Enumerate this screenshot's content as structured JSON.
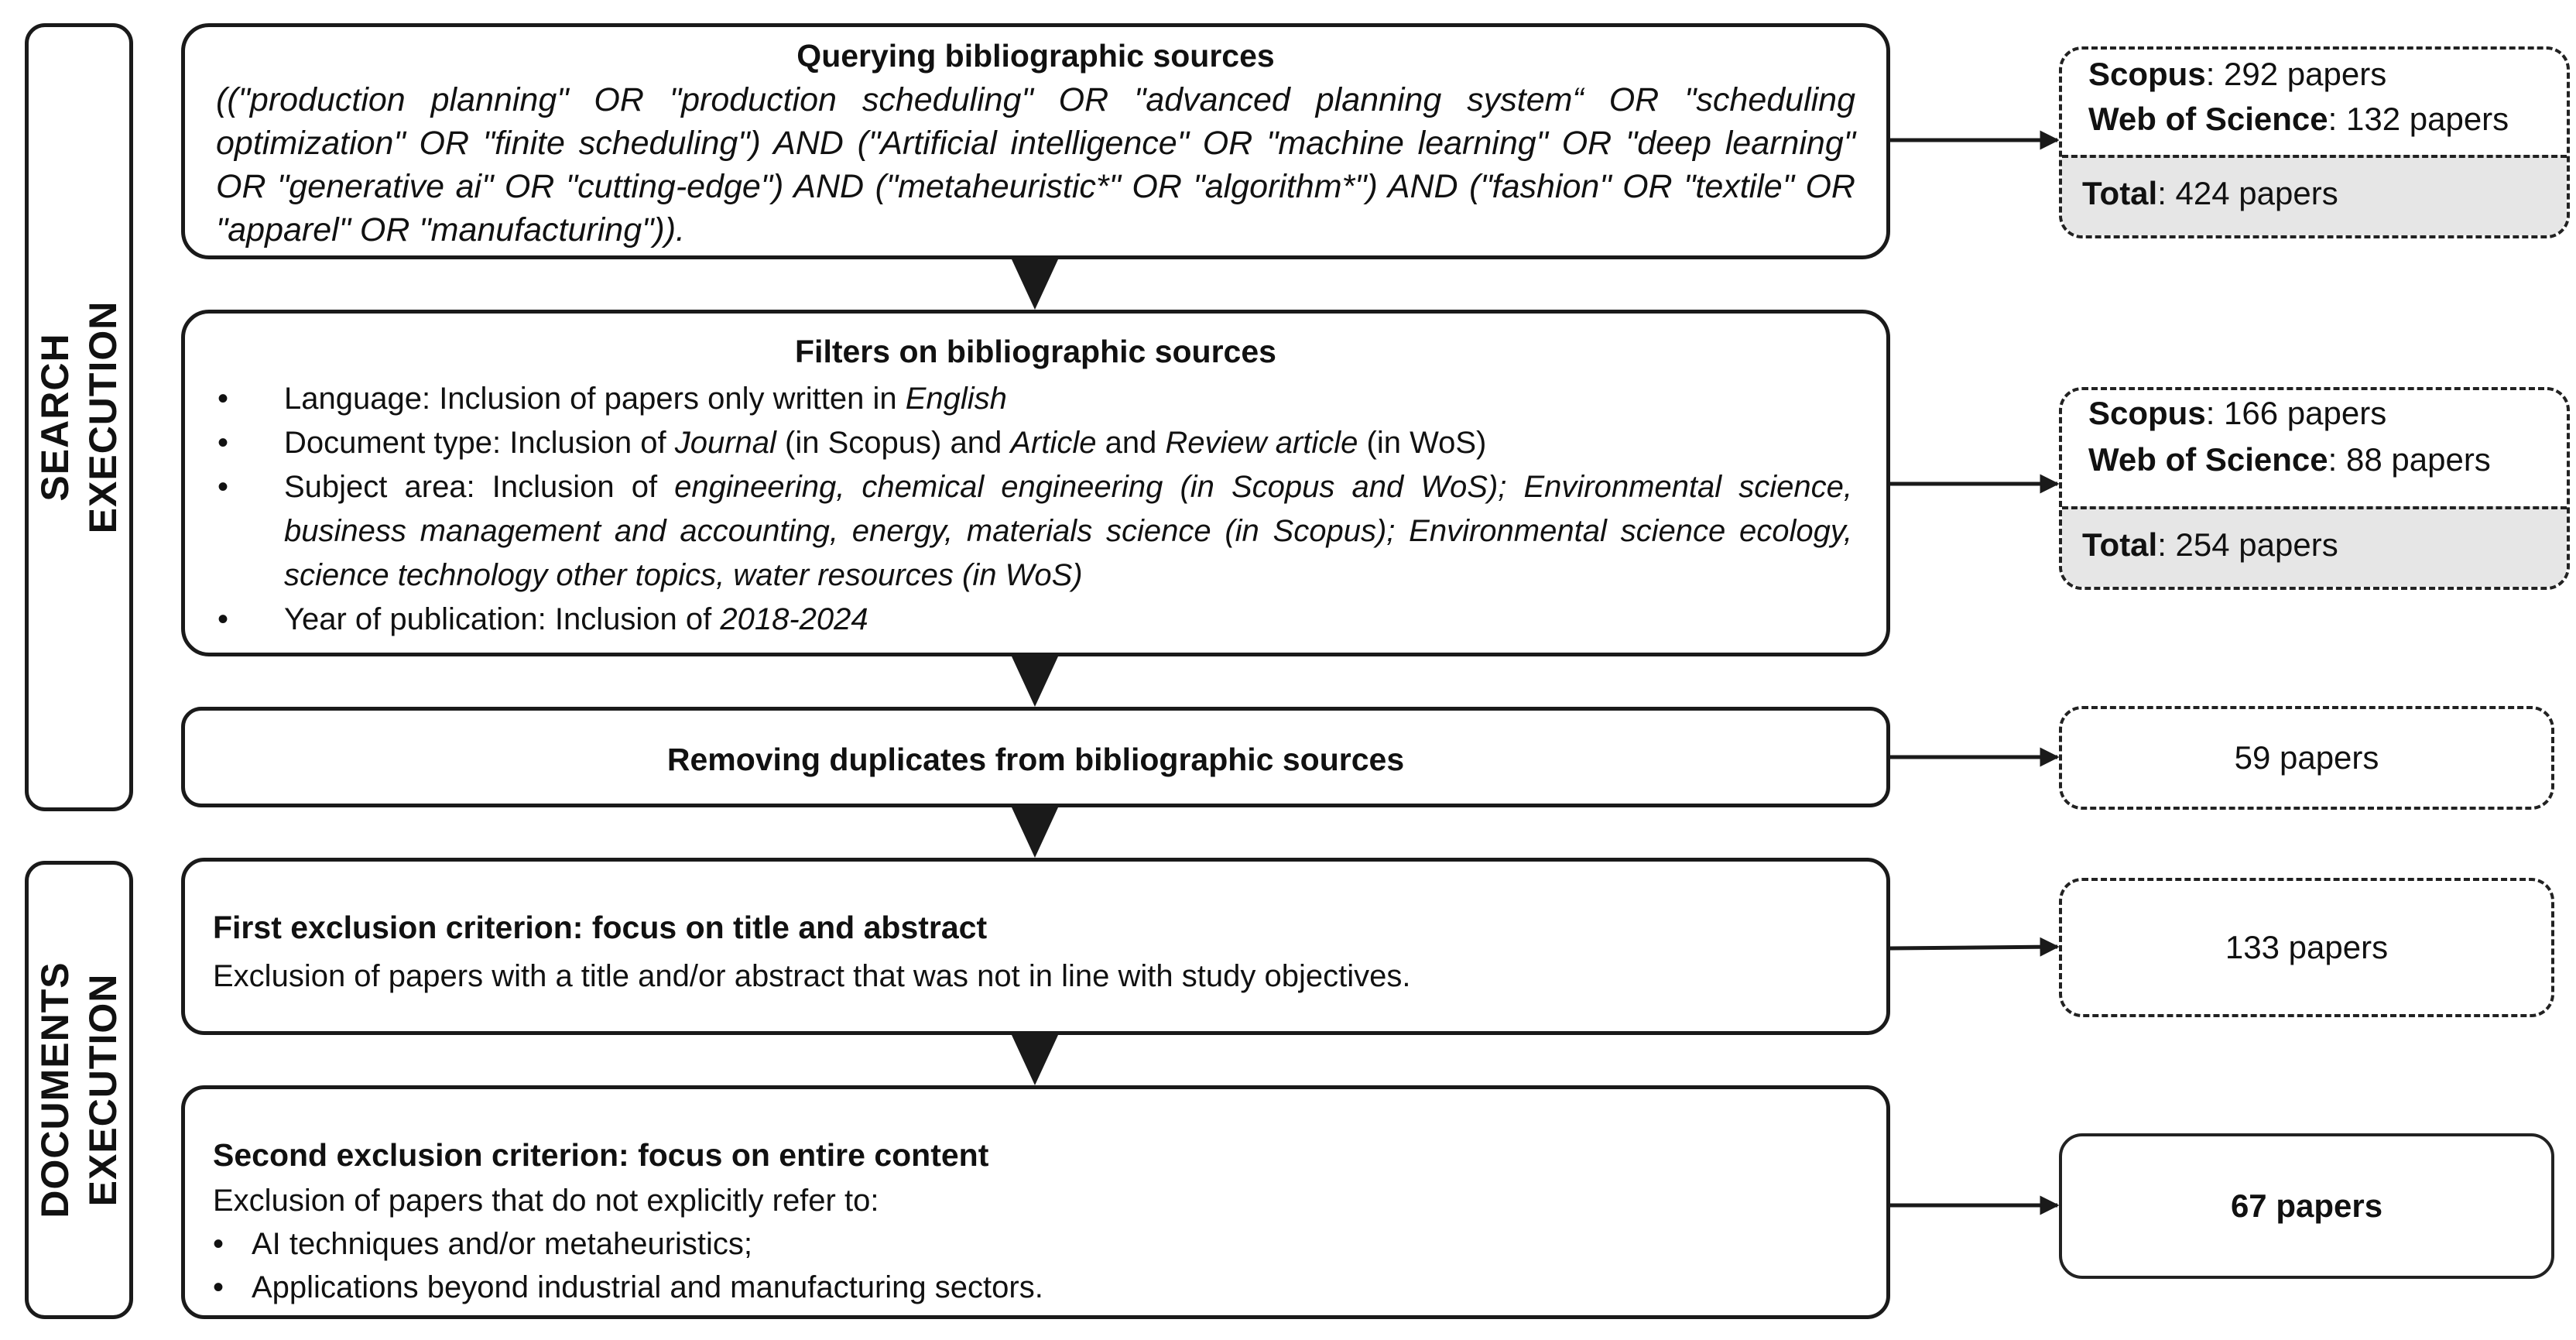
{
  "phases": {
    "search": [
      "SEARCH",
      "EXECUTION"
    ],
    "documents": [
      "DOCUMENTS",
      "EXECUTION"
    ]
  },
  "steps": {
    "query": {
      "title": "Querying bibliographic sources",
      "text": "((\"production planning\" OR \"production scheduling\" OR \"advanced planning system“ OR \"scheduling optimization\" OR \"finite scheduling\") AND (\"Artificial intelligence\" OR \"machine learning\" OR \"deep learning\" OR \"generative ai\" OR \"cutting-edge\") AND (\"metaheuristic*\" OR \"algorithm*\") AND (\"fashion\" OR \"textile\" OR \"apparel\" OR \"manufacturing\"))."
    },
    "filters": {
      "title": "Filters on bibliographic sources",
      "items": [
        [
          {
            "t": "Language: Inclusion of papers only written in "
          },
          {
            "t": "English",
            "i": true
          }
        ],
        [
          {
            "t": "Document type: Inclusion of "
          },
          {
            "t": "Journal",
            "i": true
          },
          {
            "t": " (in Scopus) and "
          },
          {
            "t": "Article",
            "i": true
          },
          {
            "t": " and "
          },
          {
            "t": "Review article",
            "i": true
          },
          {
            "t": " (in WoS)"
          }
        ],
        [
          {
            "t": "Subject area: Inclusion of "
          },
          {
            "t": "engineering, chemical engineering (in Scopus and WoS); Environmental science, business management and accounting, energy, materials science (in Scopus); Environmental science ecology, science technology other topics, water resources (in WoS)",
            "i": true
          }
        ],
        [
          {
            "t": "Year of publication: Inclusion of "
          },
          {
            "t": "2018-2024",
            "i": true
          }
        ]
      ]
    },
    "duplicates": {
      "title": "Removing duplicates from bibliographic sources"
    },
    "first_exclusion": {
      "title": "First exclusion criterion: focus on title and abstract",
      "text": "Exclusion of papers with a title and/or abstract that was not in line with study objectives."
    },
    "second_exclusion": {
      "title": "Second exclusion criterion: focus on entire content",
      "text": "Exclusion of papers that do not explicitly refer to:",
      "items": [
        "AI techniques and/or metaheuristics;",
        "Applications beyond industrial and manufacturing sectors."
      ]
    }
  },
  "results": {
    "query": {
      "lines": [
        {
          "label": "Scopus",
          "value": ": 292 papers"
        },
        {
          "label": "Web of Science",
          "value": ": 132 papers"
        }
      ],
      "total": {
        "label": "Total",
        "value": ": 424 papers"
      }
    },
    "filters": {
      "lines": [
        {
          "label": "Scopus",
          "value": ": 166 papers"
        },
        {
          "label": "Web of Science",
          "value": ": 88 papers"
        }
      ],
      "total": {
        "label": "Total",
        "value": ": 254 papers"
      }
    },
    "duplicates": "59 papers",
    "first_exclusion": "133 papers",
    "final": "67 papers"
  },
  "colors": {
    "border": "#1a1a1a",
    "total_fill": "#e6e6e6",
    "background": "#ffffff"
  }
}
